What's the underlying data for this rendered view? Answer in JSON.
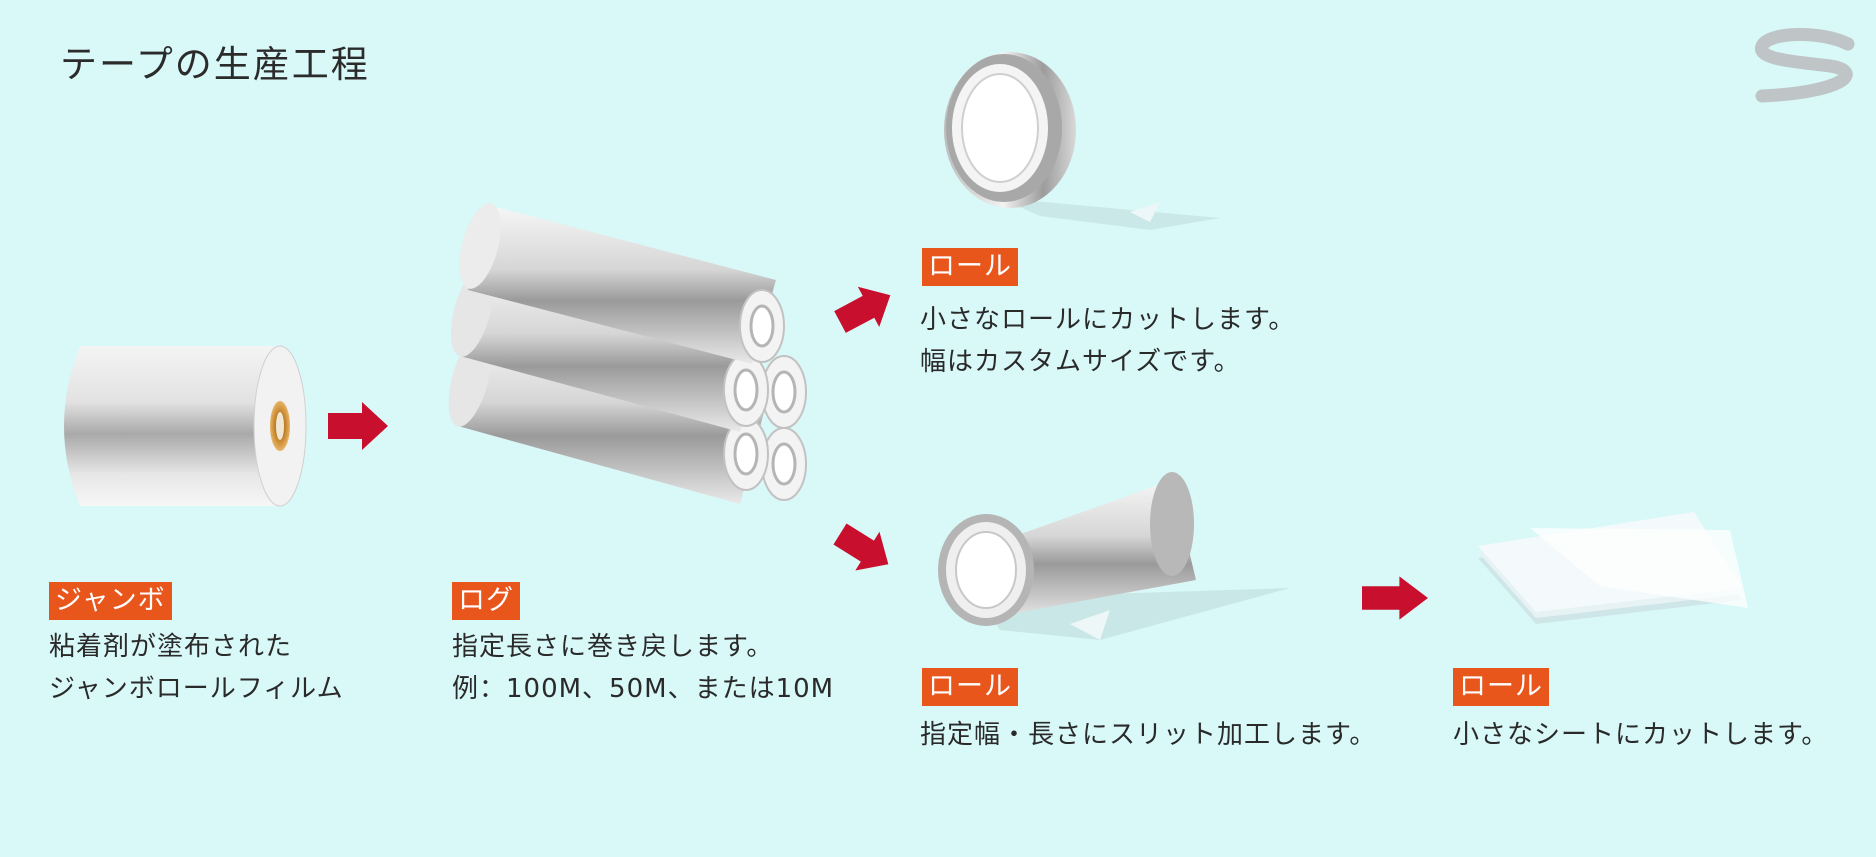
{
  "title": "テープの生産工程",
  "colors": {
    "background": "#d9f8f8",
    "tag": "#e8561c",
    "arrow": "#c8102e",
    "text": "#2a2a2a"
  },
  "icons": [
    "logo-s-icon",
    "jumbo-roll-icon",
    "log-rolls-icon",
    "tape-roll-icon",
    "slit-roll-icon",
    "sheets-icon",
    "arrow-right-icon"
  ],
  "steps": {
    "jumbo": {
      "label": "ジャンボ",
      "lines": [
        "粘着剤が塗布された",
        "ジャンボロールフィルム"
      ]
    },
    "log": {
      "label": "ログ",
      "lines": [
        "指定長さに巻き戻します。",
        "例：100M、50M、または10M"
      ]
    },
    "roll_top": {
      "label": "ロール",
      "lines": [
        "小さなロールにカットします。",
        "幅はカスタムサイズです。"
      ]
    },
    "roll_slit": {
      "label": "ロール",
      "lines": [
        "指定幅・長さにスリット加工します。"
      ]
    },
    "roll_sheet": {
      "label": "ロール",
      "lines": [
        "小さなシートにカットします。"
      ]
    }
  }
}
